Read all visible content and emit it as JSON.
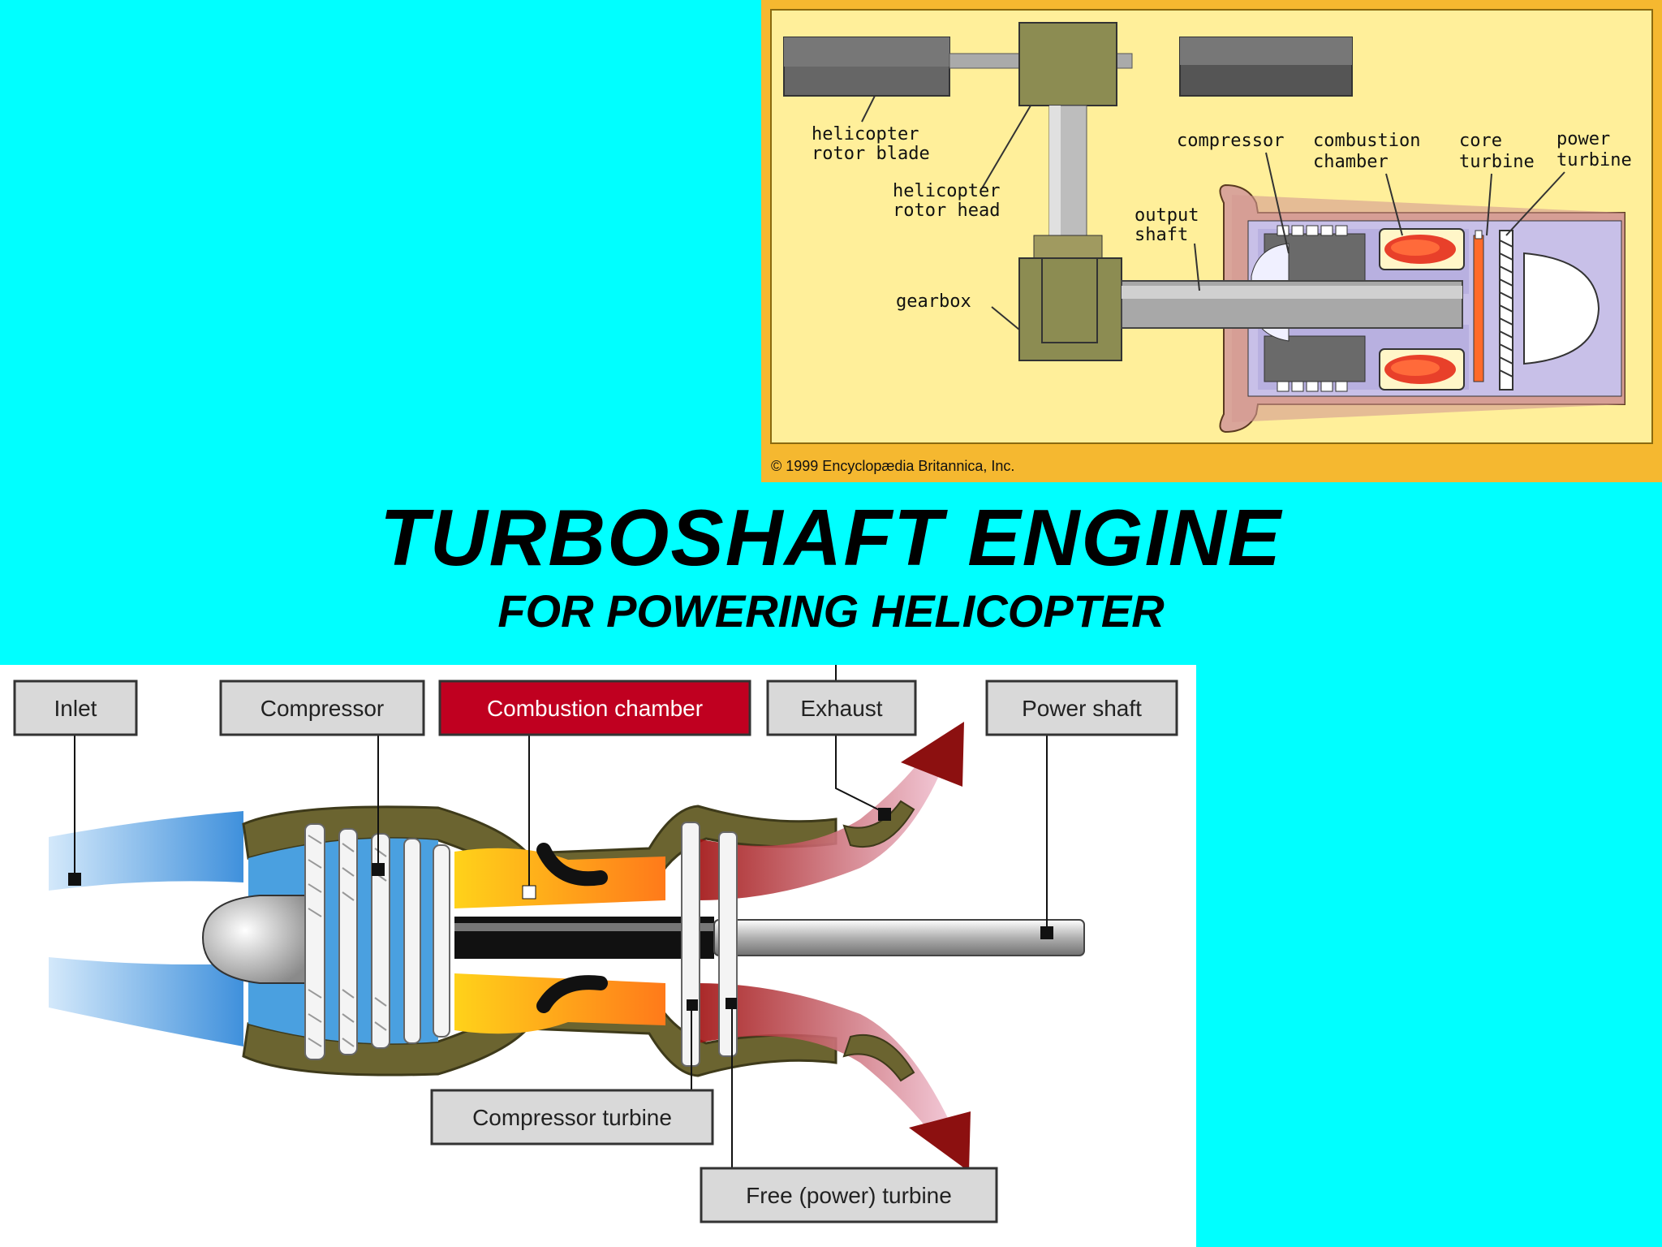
{
  "title": "TURBOSHAFT ENGINE",
  "subtitle": "FOR POWERING HELICOPTER",
  "top_diagram": {
    "labels": {
      "rotor_blade_1": "helicopter",
      "rotor_blade_2": "rotor blade",
      "rotor_head_1": "helicopter",
      "rotor_head_2": "rotor head",
      "gearbox": "gearbox",
      "output_shaft_1": "output",
      "output_shaft_2": "shaft",
      "compressor": "compressor",
      "combustion_1": "combustion",
      "combustion_2": "chamber",
      "core_turbine_1": "core",
      "core_turbine_2": "turbine",
      "power_turbine_1": "power",
      "power_turbine_2": "turbine"
    },
    "copyright": "© 1999 Encyclopædia Britannica, Inc.",
    "colors": {
      "frame": "#f5b830",
      "background": "#ffef9a"
    }
  },
  "bottom_diagram": {
    "labels": {
      "inlet": "Inlet",
      "compressor": "Compressor",
      "combustion_chamber": "Combustion chamber",
      "exhaust": "Exhaust",
      "power_shaft": "Power shaft",
      "compressor_turbine": "Compressor turbine",
      "free_turbine": "Free (power) turbine"
    },
    "colors": {
      "combustion_label": "#c00020",
      "label_box": "#d9d9d9"
    }
  }
}
